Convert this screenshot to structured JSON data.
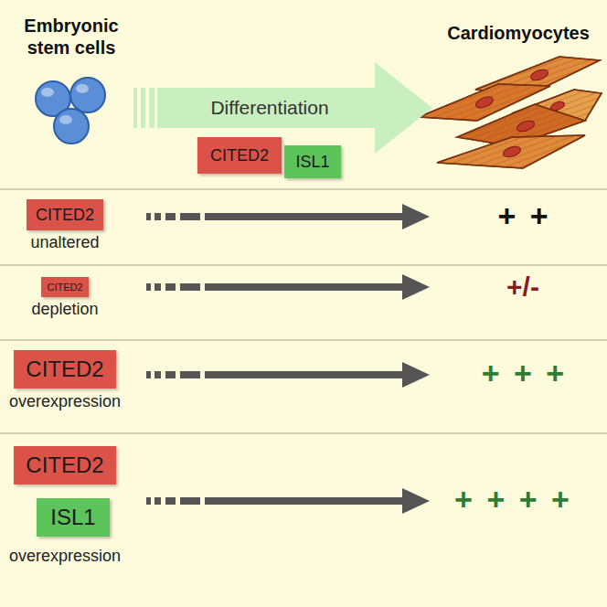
{
  "diagram": {
    "nodes": [
      {
        "text": [
          "Differentiation"
        ]
      },
      {
        "text": [
          "CITED2"
        ]
      },
      {
        "text": [
          "ISL1"
        ]
      },
      {
        "text": [
          "CITED2"
        ]
      },
      {
        "text": [
          "CITED2"
        ]
      },
      {
        "text": [
          "CITED2"
        ]
      },
      {
        "text": [
          "CITED2"
        ]
      },
      {
        "text": [
          "ISL1"
        ]
      }
    ],
    "labels": [
      "Embryonic stem cells",
      "Cardiomyocytes",
      "unaltered",
      "+ +",
      "depletion",
      "+/-",
      "overexpression",
      "+ + +",
      "overexpression",
      "+ + + +"
    ]
  }
}
